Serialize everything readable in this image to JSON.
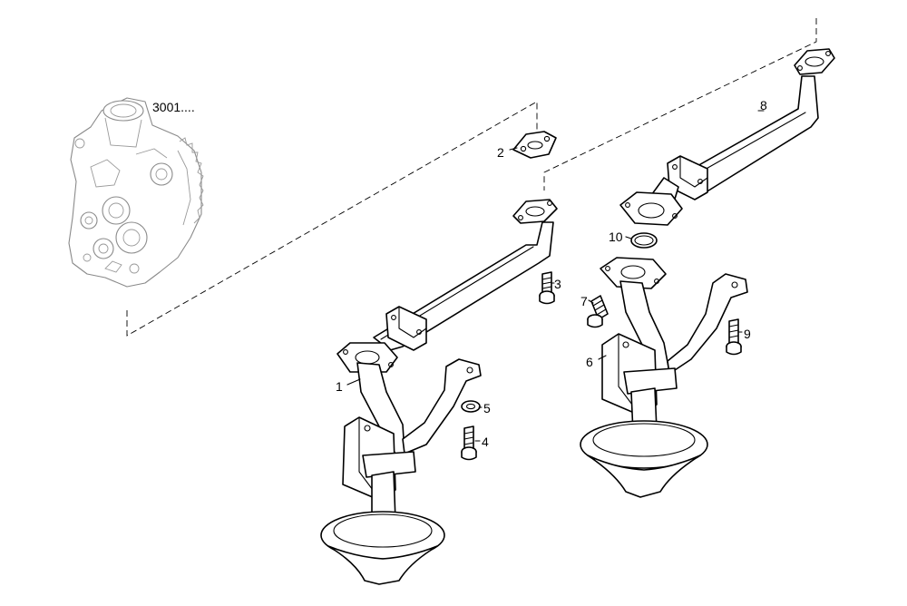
{
  "labels": {
    "ref": "3001....",
    "p1": "1",
    "p2": "2",
    "p3": "3",
    "p4": "4",
    "p5": "5",
    "p6": "6",
    "p7": "7",
    "p8": "8",
    "p9": "9",
    "p10": "10"
  },
  "colors": {
    "line": "#000000",
    "ghost": "#8a8a8a",
    "background": "#ffffff"
  }
}
